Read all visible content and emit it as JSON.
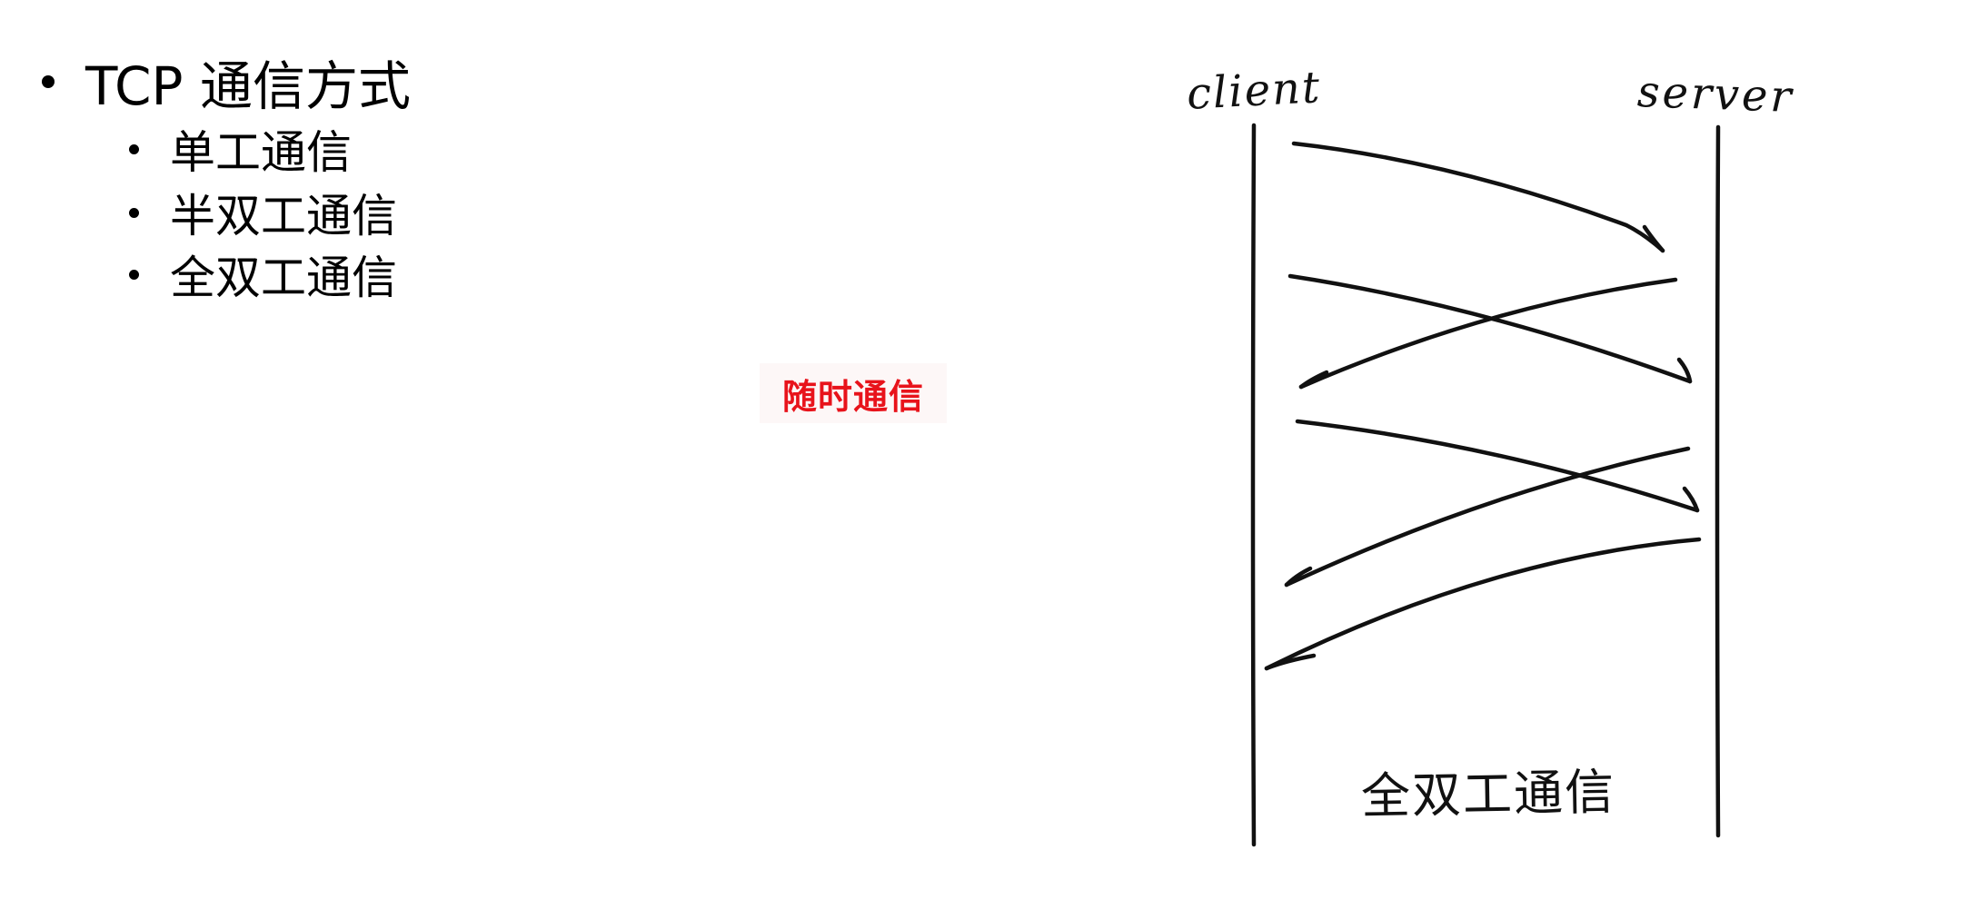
{
  "bullets": {
    "title": "TCP 通信方式",
    "items": [
      {
        "label": "单工通信"
      },
      {
        "label": "半双工通信"
      },
      {
        "label": "全双工通信"
      }
    ]
  },
  "note": {
    "text": "随时通信",
    "color": "#e8131b"
  },
  "diagram": {
    "left_label": "client",
    "right_label": "server",
    "caption": "全双工通信"
  }
}
